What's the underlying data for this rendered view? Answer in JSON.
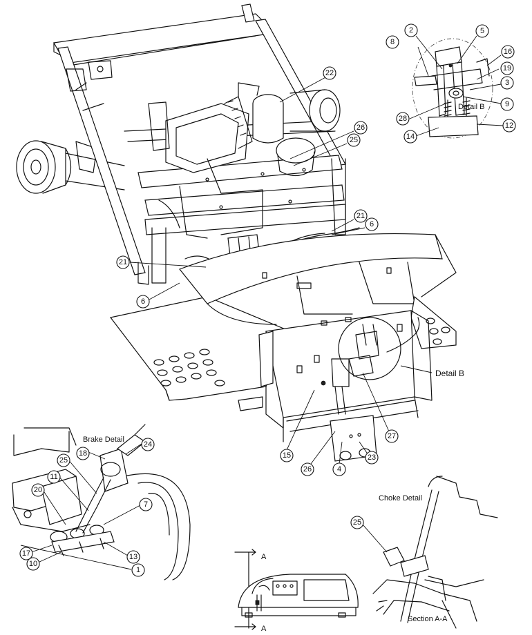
{
  "labels": {
    "detail_b_inset": "Detail B",
    "detail_b_main": "Detail B",
    "brake_detail": "Brake Detail",
    "choke_detail": "Choke Detail",
    "section_a_a": "Section A-A",
    "section_arrow_top": "A",
    "section_arrow_bottom": "A"
  },
  "callouts": {
    "detail_b": [
      "2",
      "5",
      "8",
      "16",
      "19",
      "3",
      "9",
      "28",
      "14",
      "12"
    ],
    "main": [
      "22",
      "26",
      "25",
      "21",
      "6",
      "21",
      "6",
      "15",
      "26",
      "4",
      "23",
      "27"
    ],
    "brake": [
      "24",
      "18",
      "25",
      "11",
      "20",
      "7",
      "13",
      "17",
      "10",
      "1"
    ],
    "choke": [
      "25"
    ]
  }
}
